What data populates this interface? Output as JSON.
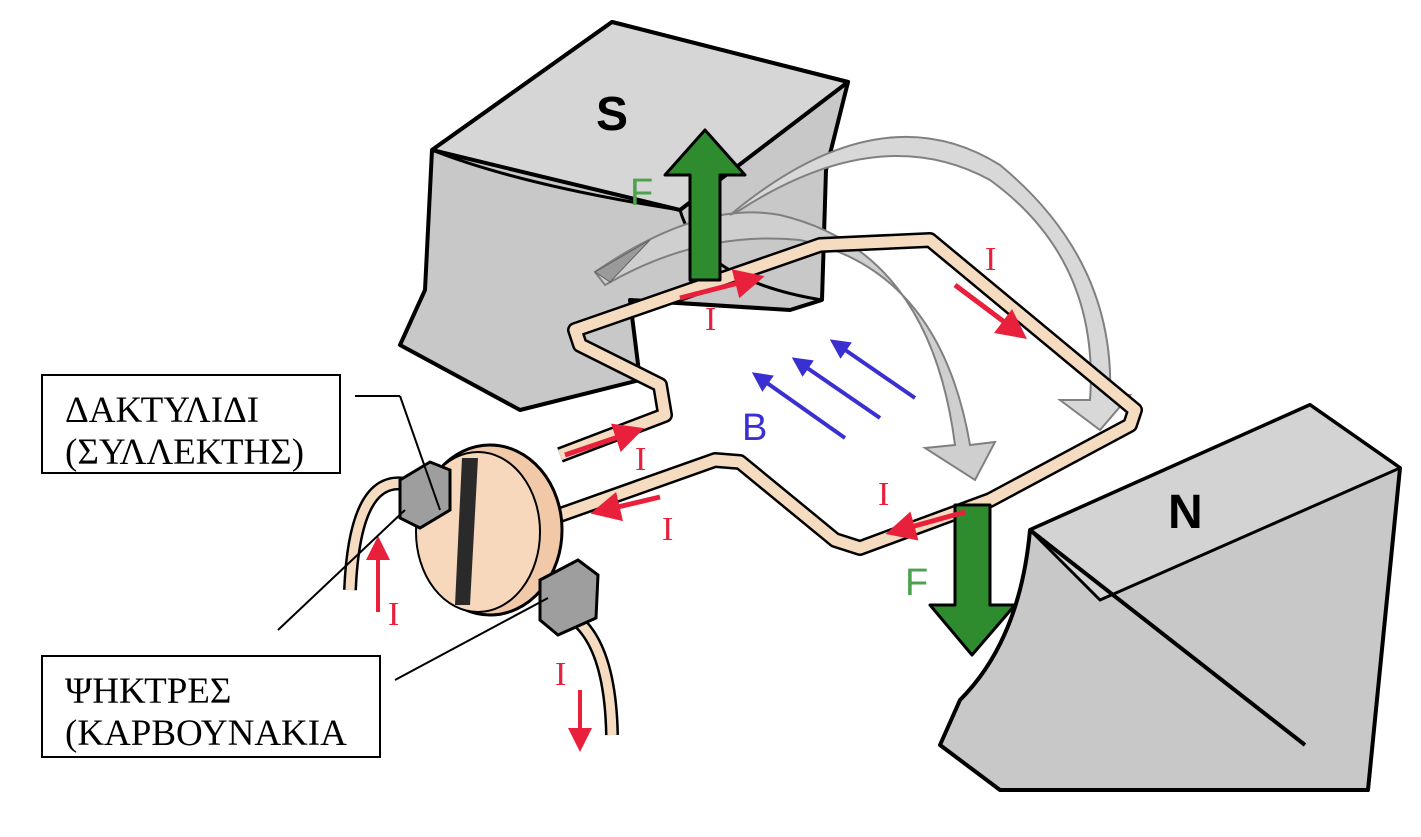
{
  "poles": {
    "south": "S",
    "north": "N"
  },
  "labels": {
    "force": "F",
    "current": "I",
    "field": "B"
  },
  "callouts": {
    "commutator": {
      "line1": "ΔΑΚΤΥΛΙΔΙ",
      "line2": "(ΣΥΛΛΕΚΤΗΣ)"
    },
    "brushes": {
      "line1": "ΨΗΚΤΡΕΣ",
      "line2": "(ΚΑΡΒΟΥΝΑΚΙΑ"
    }
  },
  "colors": {
    "magnet": "#c8c8c8",
    "force_arrow": "#2e8b2e",
    "current_arrow": "#e8203c",
    "field_arrow": "#3a2fd0",
    "wire": "#f5dcc0",
    "flux_arrow": "#cfcfcf"
  }
}
